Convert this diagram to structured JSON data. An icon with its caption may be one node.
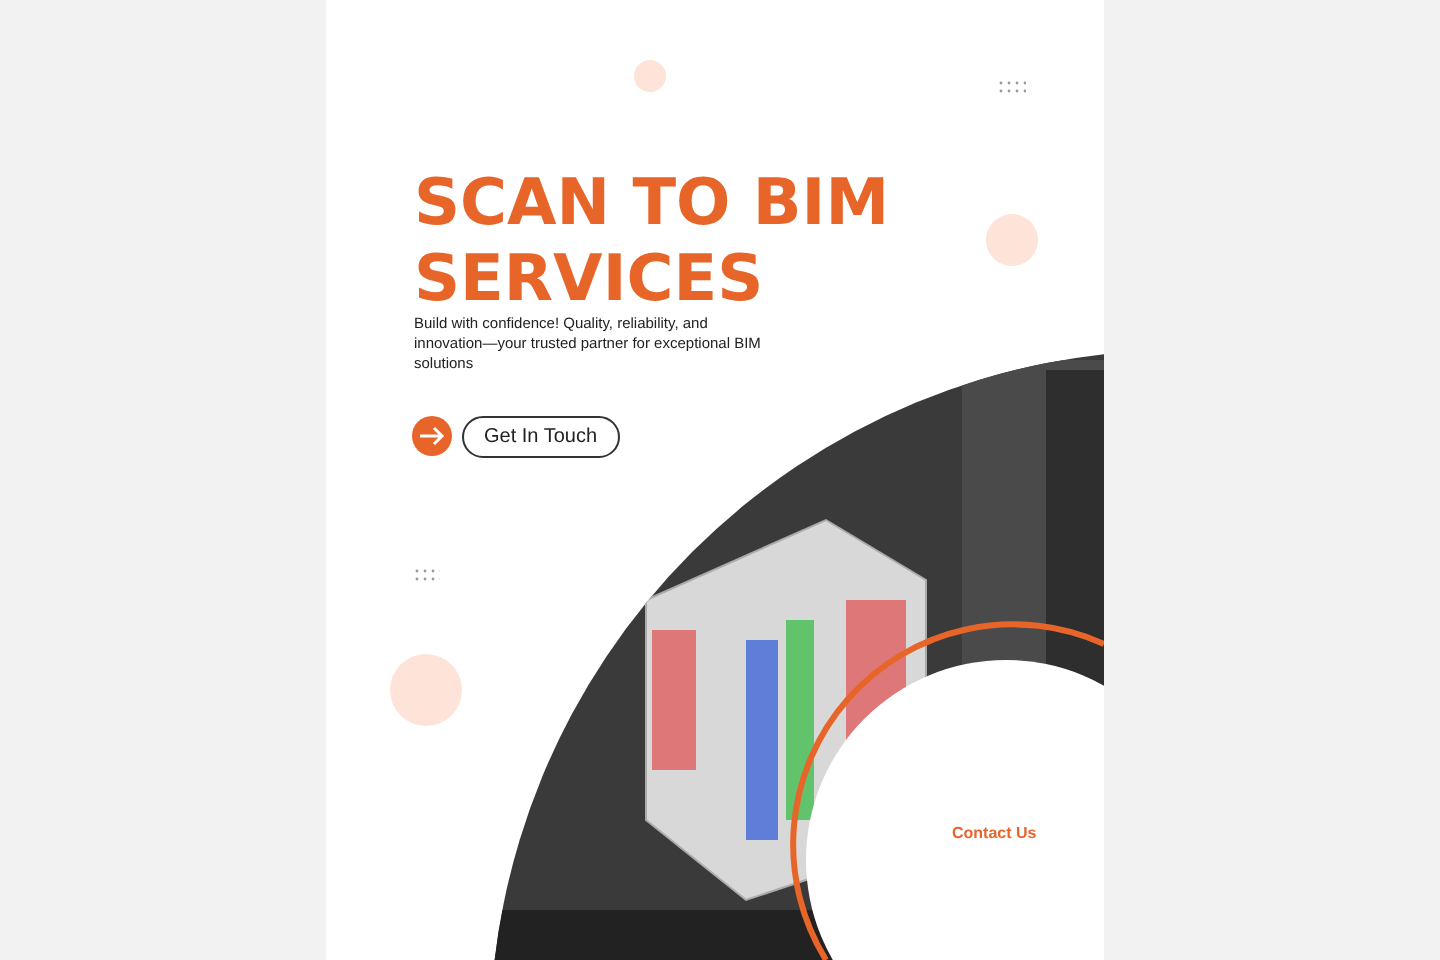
{
  "diagram": {
    "title": "SCAN TO BIM SERVICES",
    "labels": [
      "Build with confidence! Quality, reliability, and innovation—your trusted partner for exceptional BIM solutions",
      "Get In Touch",
      "Contact Us"
    ]
  }
}
